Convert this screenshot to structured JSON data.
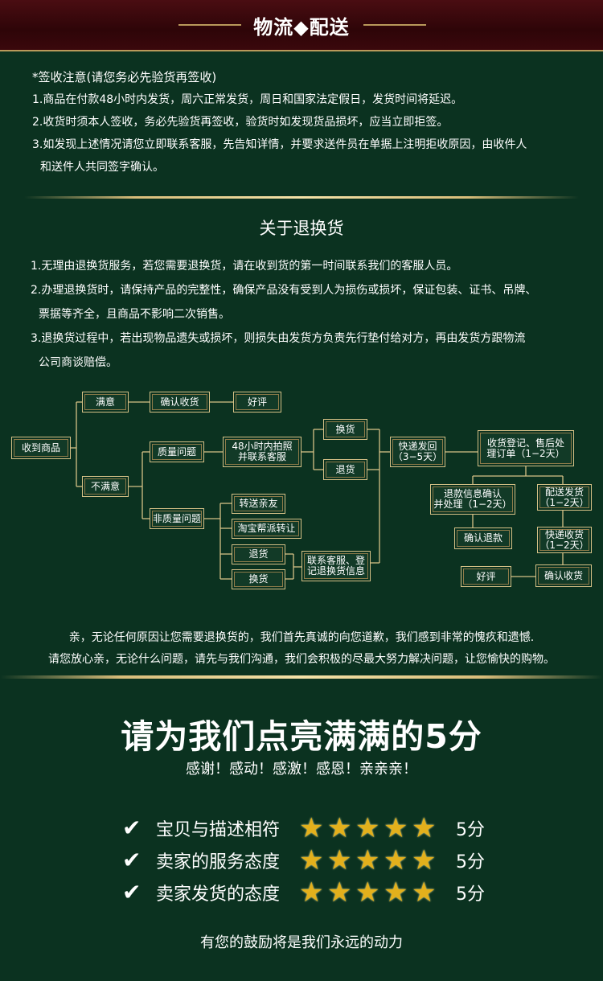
{
  "banner": {
    "title": "物流◆配送"
  },
  "notes": {
    "heading": "*签收注意(请您务必先验货再签收)",
    "items": [
      "1.商品在付款48小时内发货，周六正常发货，周日和国家法定假日，发货时间将延迟。",
      "2.收货时须本人签收，务必先验货再签收，验货时如发现货品损坏，应当立即拒签。",
      "3.如发现上述情况请您立即联系客服，先告知详情，并要求送件员在单据上注明拒收原因，由收件人",
      "和送件人共同签字确认。"
    ]
  },
  "returns": {
    "title": "关于退换货",
    "items": [
      "1.无理由退换货服务，若您需要退换货，请在收到货的第一时间联系我们的客服人员。",
      "2.办理退换货时，请保持产品的完整性，确保产品没有受到人为损伤或损坏，保证包装、证书、吊牌、",
      "票据等齐全，且商品不影响二次销售。",
      "3.退换货过程中，若出现物品遗失或损坏，则损失由发货方负责先行垫付给对方，再由发货方跟物流",
      "公司商谈赔偿。"
    ]
  },
  "flow": {
    "received": "收到商品",
    "satisfied": "满意",
    "confirm_receipt": "确认收货",
    "good_review": "好评",
    "unsatisfied": "不满意",
    "quality_issue": "质量问题",
    "photo_contact": "48小时内拍照\n并联系客服",
    "exchange": "换货",
    "return": "退货",
    "express_back": "快递发回\n（3−5天）",
    "register": "收货登记、售后处\n理订单（1−2天）",
    "refund_process": "退款信息确认\n并处理（1−2天）",
    "ship_out": "配送发货\n（1−2天）",
    "confirm_refund": "确认退款",
    "express_receive": "快递收货\n（1−2天）",
    "good_review_2": "好评",
    "confirm_receipt_2": "确认收货",
    "non_quality": "非质量问题",
    "gift_friend": "转送亲友",
    "taobao_resell": "淘宝帮派转让",
    "return_2": "退货",
    "exchange_2": "换货",
    "contact_register": "联系客服、登\n记退换货信息"
  },
  "apology": {
    "line1": "亲，无论任何原因让您需要退换货的，我们首先真诚的向您道歉，我们感到非常的愧疚和遗憾.",
    "line2": "请您放心亲，无论什么问题，请先与我们沟通，我们会积极的尽最大努力解决问题，让您愉快的购物。"
  },
  "rating": {
    "title": "请为我们点亮满满的5分",
    "thanks": "感谢！感动！感激！感恩！亲亲亲！",
    "items": [
      {
        "label": "宝贝与描述相符",
        "stars": 5,
        "score": "5分"
      },
      {
        "label": "卖家的服务态度",
        "stars": 5,
        "score": "5分"
      },
      {
        "label": "卖家发货的态度",
        "stars": 5,
        "score": "5分"
      }
    ],
    "footer": "有您的鼓励将是我们永远的动力"
  },
  "colors": {
    "background": "#0b3220",
    "banner": "#3a080c",
    "gold": "#d6c187",
    "star": "#e3b01c"
  }
}
